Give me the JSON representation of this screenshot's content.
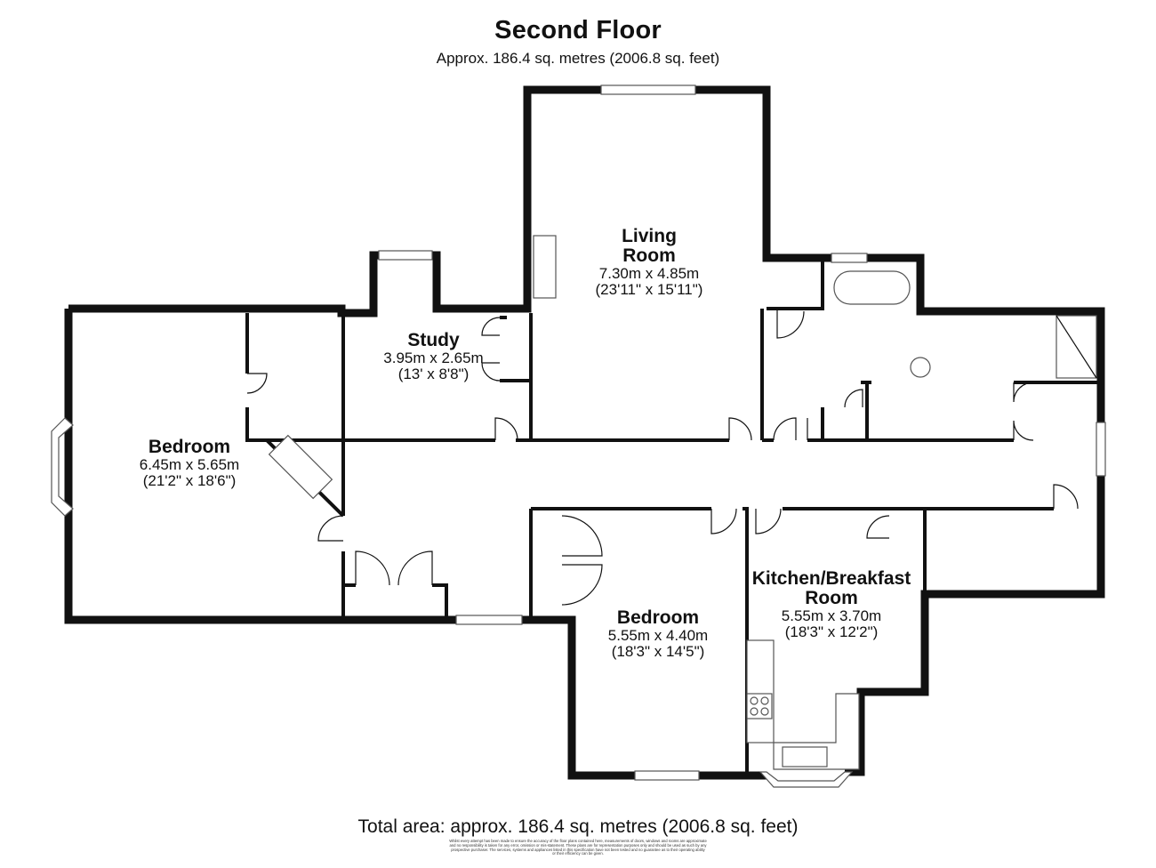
{
  "header": {
    "title": "Second Floor",
    "subtitle": "Approx. 186.4 sq. metres (2006.8 sq. feet)"
  },
  "rooms": {
    "living_room": {
      "name_line1": "Living",
      "name_line2": "Room",
      "metric": "7.30m x 4.85m",
      "imperial": "(23'11\" x 15'11\")"
    },
    "study": {
      "name": "Study",
      "metric": "3.95m x 2.65m",
      "imperial": "(13' x 8'8\")"
    },
    "bedroom_1": {
      "name": "Bedroom",
      "metric": "6.45m x 5.65m",
      "imperial": "(21'2\" x 18'6\")"
    },
    "bedroom_2": {
      "name": "Bedroom",
      "metric": "5.55m x 4.40m",
      "imperial": "(18'3\" x 14'5\")"
    },
    "kitchen": {
      "name_line1": "Kitchen/Breakfast",
      "name_line2": "Room",
      "metric": "5.55m x 3.70m",
      "imperial": "(18'3\" x 12'2\")"
    }
  },
  "footer": {
    "total": "Total area: approx. 186.4 sq. metres (2006.8 sq. feet)",
    "disclaimer": "Whilst every attempt has been made to ensure the accuracy of the floor plans contained here, measurements of doors, windows and rooms are approximate and no responsibility is taken for any error, omission or mis-statement. These plans are for representation purposes only and should be used as such by any prospective purchaser. The services, systems and appliances listed in this specification have not been tested and no guarantee as to their operating ability or their efficiency can be given."
  }
}
